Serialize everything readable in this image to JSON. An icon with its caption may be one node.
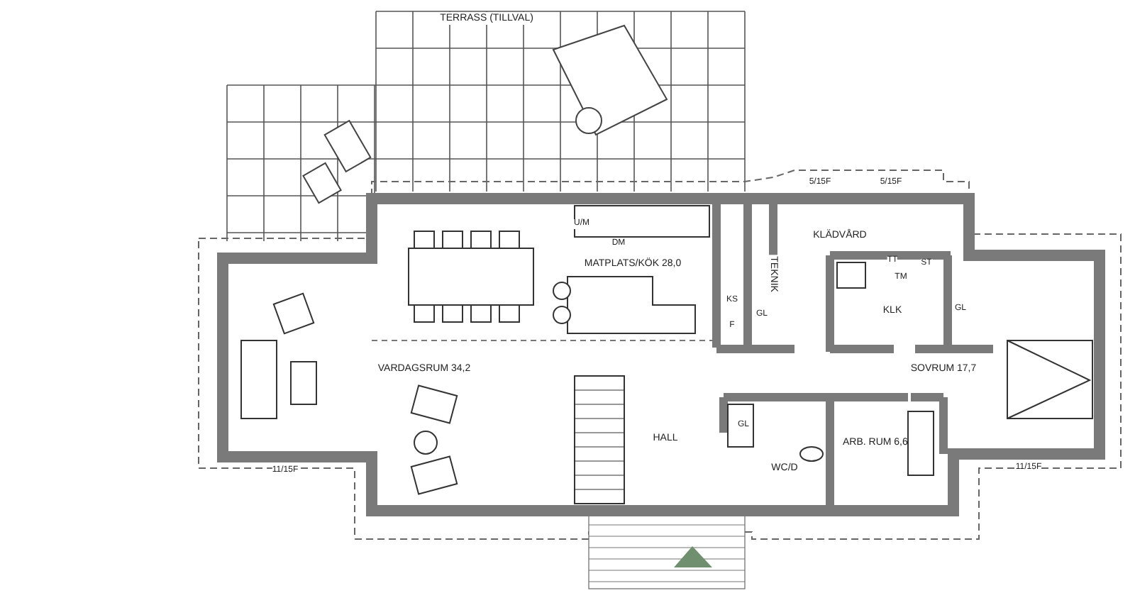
{
  "diagram": {
    "nodes": [
      {
        "text": [
          "TERRASS (TILLVAL)"
        ]
      },
      {
        "text": [
          "MATPLATS/KÖK 28,0"
        ]
      },
      {
        "text": [
          "KLÄDVÅRD"
        ]
      },
      {
        "text": [
          "TEKNIK"
        ]
      },
      {
        "text": [
          "KLK"
        ]
      },
      {
        "text": [
          "VARDAGSRUM 34,2"
        ]
      },
      {
        "text": [
          "HALL"
        ]
      },
      {
        "text": [
          "WC/D"
        ]
      },
      {
        "text": [
          "ARB. RUM 6,6"
        ]
      },
      {
        "text": [
          "SOVRUM 17,7"
        ]
      }
    ],
    "labels": [
      "U/M",
      "DM",
      "KS",
      "F",
      "GL",
      "TT",
      "TM",
      "ST",
      "GL",
      "GL",
      "5/15F",
      "5/15F",
      "11/15F",
      "11/15F"
    ]
  }
}
